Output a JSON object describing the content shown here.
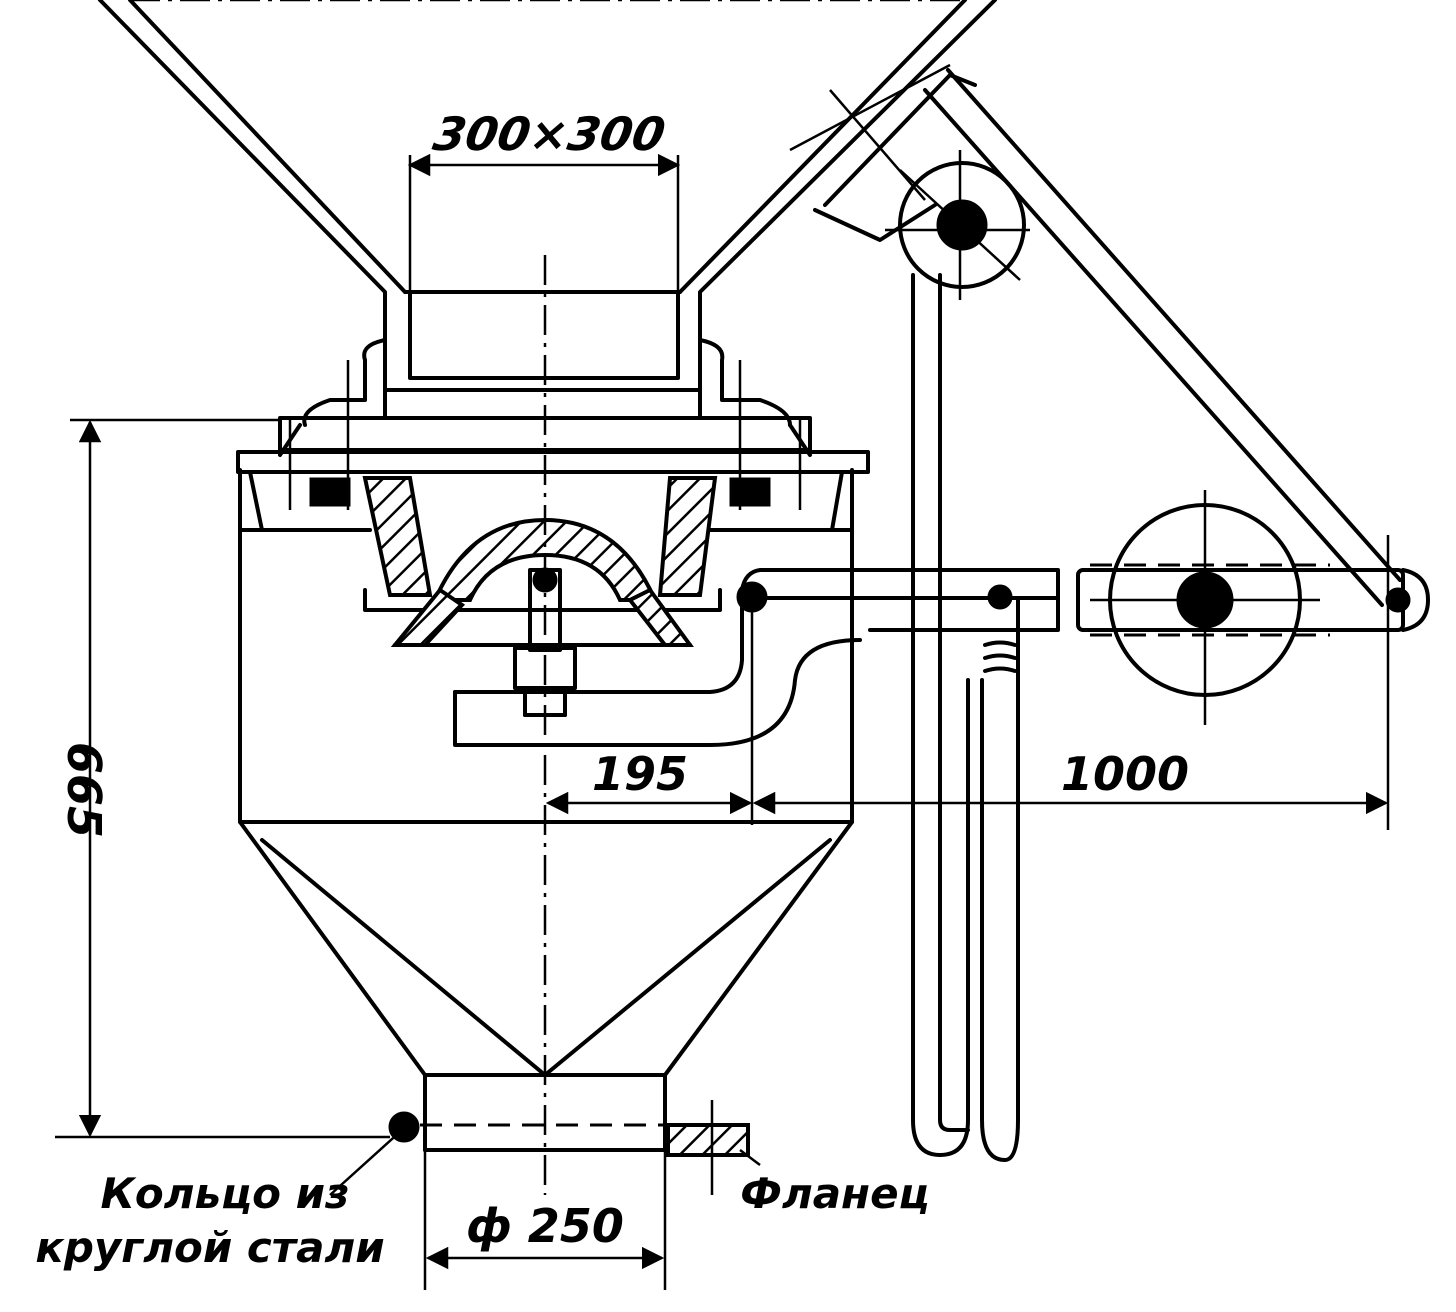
{
  "labels": {
    "inlet_size": "300×300",
    "height": "665",
    "offset": "195",
    "lever_length": "1000",
    "outlet_diameter": "ф 250",
    "ring_line1": "Кольцо из",
    "ring_line2": "круглой стали",
    "flange": "Фланец"
  },
  "colors": {
    "ink": "#000000",
    "paper": "#ffffff"
  }
}
